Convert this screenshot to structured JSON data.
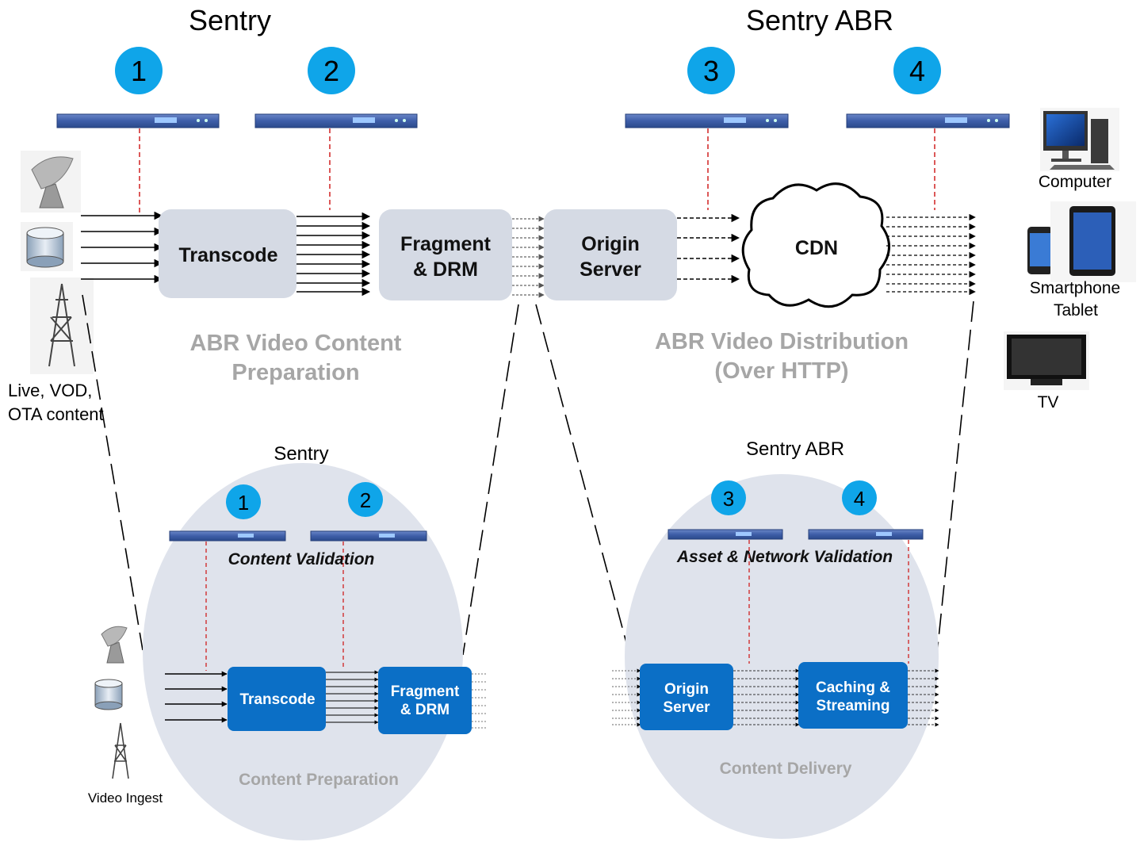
{
  "top": {
    "sentry_title": "Sentry",
    "sentry_abr_title": "Sentry ABR",
    "badges": [
      "1",
      "2",
      "3",
      "4"
    ],
    "boxes": {
      "transcode": "Transcode",
      "fragment_line1": "Fragment",
      "fragment_line2": "& DRM",
      "origin_line1": "Origin",
      "origin_line2": "Server",
      "cdn": "CDN"
    },
    "section_labels": {
      "prep_line1": "ABR Video Content",
      "prep_line2": "Preparation",
      "dist_line1": "ABR Video Distribution",
      "dist_line2": "(Over HTTP)"
    },
    "sources_line1": "Live, VOD,",
    "sources_line2": "OTA content",
    "devices": {
      "computer": "Computer",
      "smartphone": "Smartphone",
      "tablet": "Tablet",
      "tv": "TV"
    }
  },
  "bottom_left": {
    "title": "Sentry",
    "badges": [
      "1",
      "2"
    ],
    "validation": "Content Validation",
    "transcode": "Transcode",
    "fragment_line1": "Fragment",
    "fragment_line2": "& DRM",
    "footer": "Content Preparation",
    "ingest": "Video Ingest"
  },
  "bottom_right": {
    "title": "Sentry ABR",
    "badges": [
      "3",
      "4"
    ],
    "validation": "Asset & Network Validation",
    "origin_line1": "Origin",
    "origin_line2": "Server",
    "caching_line1": "Caching &",
    "caching_line2": "Streaming",
    "footer": "Content Delivery"
  },
  "colors": {
    "badge": "#0fa5e9",
    "box_gray": "#d5dae4",
    "box_blue": "#0b6fc6",
    "label_gray": "#a6a6a6",
    "probe_line": "#d02020",
    "ellipse": "#dfe3ec"
  }
}
